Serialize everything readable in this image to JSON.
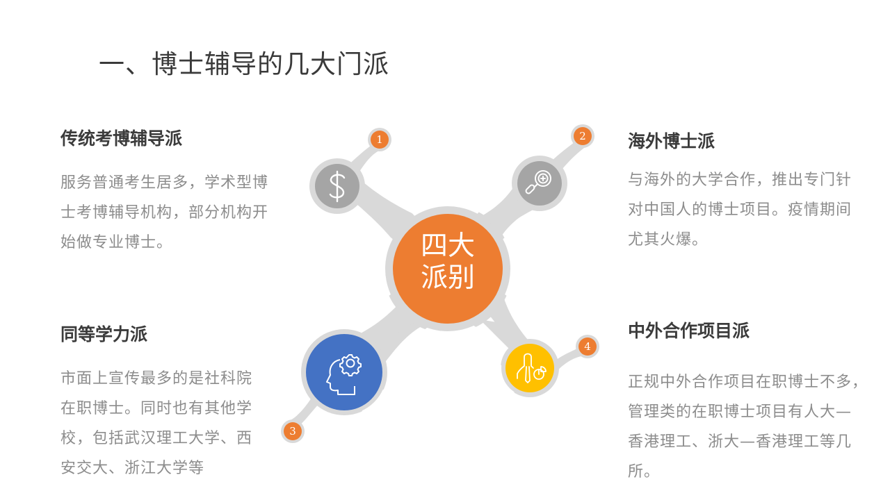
{
  "title": "一、博士辅导的几大门派",
  "center": {
    "line1": "四大",
    "line2": "派别",
    "color": "#ED7D31"
  },
  "colors": {
    "connector": "#D9D9D9",
    "gray_node": "#A5A5A5",
    "blue_node": "#4472C4",
    "yellow_node": "#FFC000",
    "badge": "#ED7D31",
    "heading": "#3B3B3B",
    "body": "#8C8C8C"
  },
  "nodes": [
    {
      "number": "1",
      "icon": "dollar-icon",
      "color": "#A5A5A5"
    },
    {
      "number": "2",
      "icon": "magnifier-plus-icon",
      "color": "#A5A5A5"
    },
    {
      "number": "3",
      "icon": "head-gear-icon",
      "color": "#4472C4"
    },
    {
      "number": "4",
      "icon": "person-pie-chart-icon",
      "color": "#FFC000"
    }
  ],
  "blocks": [
    {
      "heading": "传统考博辅导派",
      "lines": [
        "服务普通考生居多，学术型博",
        "士考博辅导机构，部分机构开",
        "始做专业博士。"
      ]
    },
    {
      "heading": "海外博士派",
      "lines": [
        "与海外的大学合作，推出专门针",
        "对中国人的博士项目。疫情期间",
        "尤其火爆。"
      ]
    },
    {
      "heading": "同等学力派",
      "lines": [
        "市面上宣传最多的是社科院",
        "在职博士。同时也有其他学",
        "校，包括武汉理工大学、西",
        "安交大、浙江大学等"
      ]
    },
    {
      "heading": "中外合作项目派",
      "lines": [
        "正规中外合作项目在职博士不多，",
        "管理类的在职博士项目有人大—",
        "香港理工、浙大—香港理工等几",
        "所。"
      ]
    }
  ]
}
